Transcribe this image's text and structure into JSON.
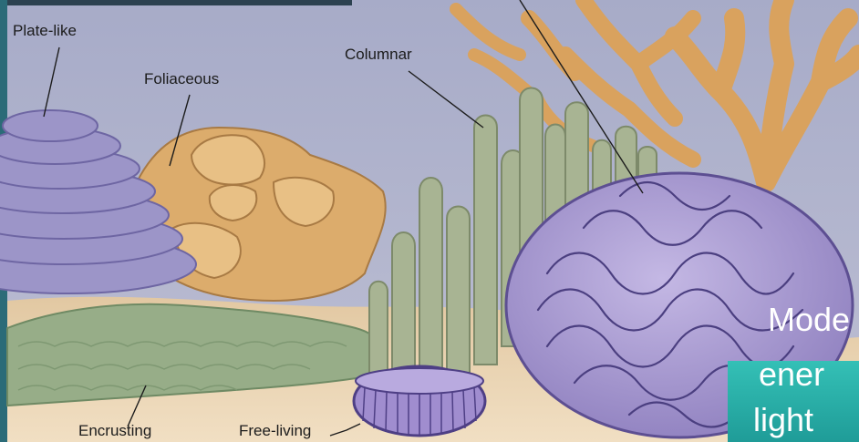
{
  "labels": {
    "plate_like": "Plate-like",
    "foliaceous": "Foliaceous",
    "columnar": "Columnar",
    "encrusting": "Encrusting",
    "free_living": "Free-living"
  },
  "slide_text": {
    "line1": "Mode",
    "line2": "ener",
    "line3": "light"
  },
  "colors": {
    "water": "#aeb3cd",
    "sand": "#e9d3b2",
    "branching_coral": "#d9a25e",
    "foliaceous_coral": "#dcac6c",
    "plate_coral": "#9c95c8",
    "brain_coral": "#a696cf",
    "columnar_coral": "#a8b493",
    "encrusting_coral": "#97ad88",
    "slide_teal": "#2fb6ad",
    "slide_frame": "#173041"
  }
}
